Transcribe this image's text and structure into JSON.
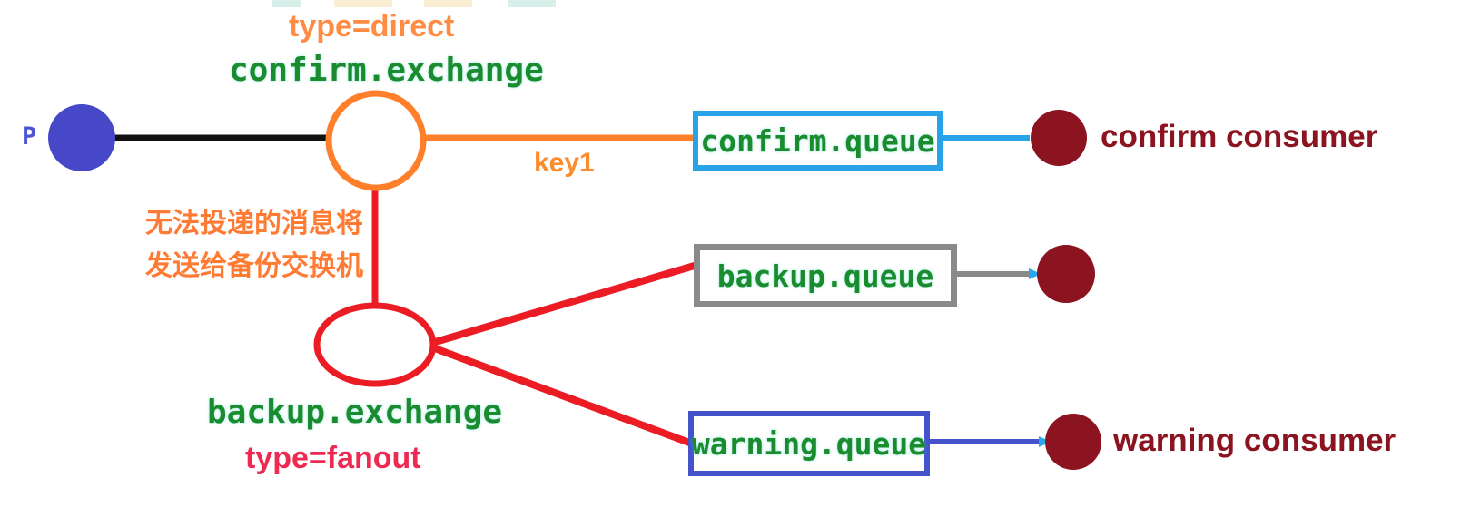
{
  "diagram": {
    "producer": {
      "label": "P"
    },
    "confirm_exchange": {
      "type_label": "type=direct",
      "name": "confirm.exchange",
      "routing_key": "key1"
    },
    "backup_exchange": {
      "name": "backup.exchange",
      "type_label": "type=fanout"
    },
    "note": {
      "line1": "无法投递的消息将",
      "line2": "发送给备份交换机"
    },
    "queues": {
      "confirm": "confirm.queue",
      "backup": "backup.queue",
      "warning": "warning.queue"
    },
    "consumers": {
      "confirm": "confirm consumer",
      "warning": "warning consumer"
    },
    "colors": {
      "producer_fill": "#4648c8",
      "producer_label": "#4f55d2",
      "confirm_exchange_stroke": "#ff7f2a",
      "backup_exchange_stroke": "#ec1c24",
      "exchange_and_queue_text": "#1a8c2e",
      "confirm_queue_border": "#29a3e8",
      "backup_queue_border": "#8a8a8a",
      "warning_queue_border": "#4553cb",
      "consumer_fill": "#8b1420",
      "consumer_text": "#8b1420",
      "note_text": "#ff7a33",
      "type_direct_text": "#ff8c42",
      "type_fanout_text": "#ee2a52",
      "routing_key_text": "#ff8c2b",
      "producer_line": "#111111",
      "dead_letter_line": "#ec1c24"
    }
  }
}
